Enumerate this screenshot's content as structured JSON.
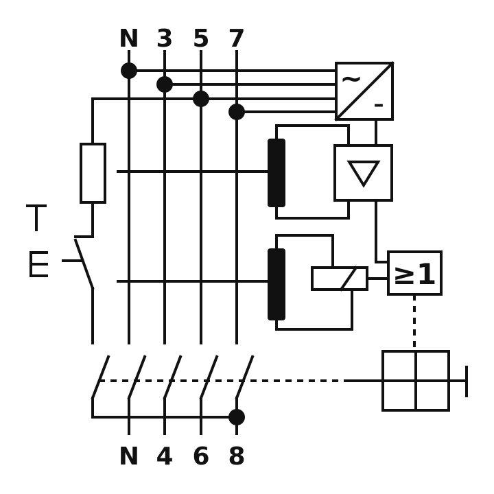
{
  "terminals_top": [
    "N",
    "3",
    "5",
    "7"
  ],
  "terminals_bottom": [
    "N",
    "4",
    "6",
    "8"
  ],
  "test_button": {
    "label_top": "T",
    "label_bottom": "E"
  },
  "converter": {
    "ac_symbol": "~",
    "dc_symbol": "–"
  },
  "logic_gate": {
    "label": "≥1"
  },
  "colors": {
    "line": "#111111",
    "background": "#ffffff"
  }
}
